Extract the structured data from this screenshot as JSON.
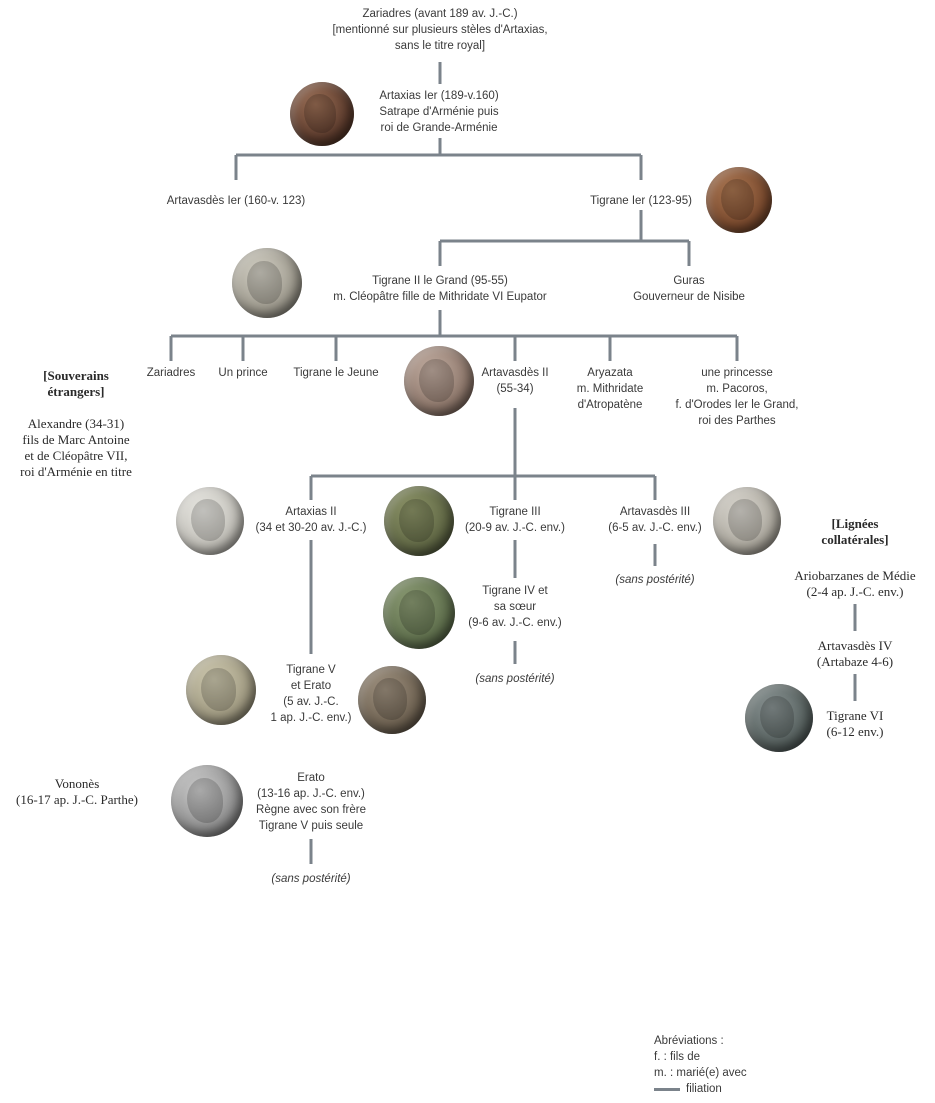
{
  "nodes": {
    "zariadres_top": [
      "Zariadres (avant 189 av. J.-C.)",
      "[mentionné sur plusieurs stèles d'Artaxias,",
      "sans le titre royal]"
    ],
    "artaxias1": [
      "Artaxias Ier (189-v.160)",
      "Satrape d'Arménie puis",
      "roi de Grande-Arménie"
    ],
    "artavasdes1": [
      "Artavasdès Ier (160-v. 123)"
    ],
    "tigrane1": [
      "Tigrane Ier (123-95)"
    ],
    "tigrane2": [
      "Tigrane II le Grand (95-55)",
      "m. Cléopâtre fille de Mithridate VI Eupator"
    ],
    "guras": [
      "Guras",
      "Gouverneur de Nisibe"
    ],
    "zariadres2": [
      "Zariadres"
    ],
    "un_prince": [
      "Un prince"
    ],
    "tigrane_jeune": [
      "Tigrane le Jeune"
    ],
    "artavasdes2": [
      "Artavasdès II",
      "(55-34)"
    ],
    "aryazata": [
      "Aryazata",
      "m. Mithridate",
      "d'Atropatène"
    ],
    "princesse": [
      "une princesse",
      "m. Pacoros,",
      "f. d'Orodes Ier le Grand,",
      "roi des Parthes"
    ],
    "artaxias2": [
      "Artaxias II",
      "(34 et 30-20 av. J.-C.)"
    ],
    "tigrane3": [
      "Tigrane III",
      "(20-9 av. J.-C. env.)"
    ],
    "artavasdes3": [
      "Artavasdès III",
      "(6-5 av. J.-C. env.)"
    ],
    "sans_post_a3": [
      "(sans postérité)"
    ],
    "tigrane4": [
      "Tigrane IV et",
      "sa sœur",
      "(9-6  av. J.-C. env.)"
    ],
    "sans_post_t4": [
      "(sans postérité)"
    ],
    "tigrane5": [
      "Tigrane V",
      "et Erato",
      "(5 av. J.-C.",
      "1 ap. J.-C. env.)"
    ],
    "erato": [
      "Erato",
      "(13-16 ap. J.-C. env.)",
      "Règne avec son frère",
      "Tigrane V puis seule"
    ],
    "sans_post_erato": [
      "(sans postérité)"
    ]
  },
  "side": {
    "souverains_heading": [
      "[Souverains",
      "étrangers]"
    ],
    "alexandre": [
      "Alexandre (34-31)",
      "fils de Marc Antoine",
      "et de Cléopâtre VII,",
      "roi d'Arménie en titre"
    ],
    "vonones": [
      "Vononès",
      "(16-17 ap. J.-C. Parthe)"
    ],
    "lignees_heading": [
      "[Lignées",
      "collatérales]"
    ],
    "ariobarzanes": [
      "Ariobarzanes de Médie",
      "(2-4 ap. J.-C. env.)"
    ],
    "artavasdes4": [
      "Artavasdès IV",
      "(Artabaze 4-6)"
    ],
    "tigrane6": [
      "Tigrane VI",
      "(6-12 env.)"
    ]
  },
  "legend": {
    "title": "Abréviations :",
    "f": "f. : fils de",
    "m": "m. : marié(e) avec",
    "filiation": "filiation"
  },
  "colors": {
    "line": "#7b838b",
    "text": "#3a3a3a"
  },
  "coins": [
    {
      "name": "coin-artaxias1",
      "color": "#6b4a3a"
    },
    {
      "name": "coin-tigrane1",
      "color": "#8a5a3c"
    },
    {
      "name": "coin-tigrane2",
      "color": "#a8a49a"
    },
    {
      "name": "coin-artavasdes2",
      "color": "#9a8478"
    },
    {
      "name": "coin-artaxias2",
      "color": "#c4c2bc"
    },
    {
      "name": "coin-tigrane3",
      "color": "#6d7450"
    },
    {
      "name": "coin-artavasdes3",
      "color": "#b8b4ac"
    },
    {
      "name": "coin-tigrane4",
      "color": "#6a7a58"
    },
    {
      "name": "coin-tigrane5a",
      "color": "#a9a48a"
    },
    {
      "name": "coin-tigrane5b",
      "color": "#7a6e5c"
    },
    {
      "name": "coin-erato",
      "color": "#9a9a9a"
    },
    {
      "name": "coin-tigrane6",
      "color": "#5f6a6a"
    }
  ]
}
